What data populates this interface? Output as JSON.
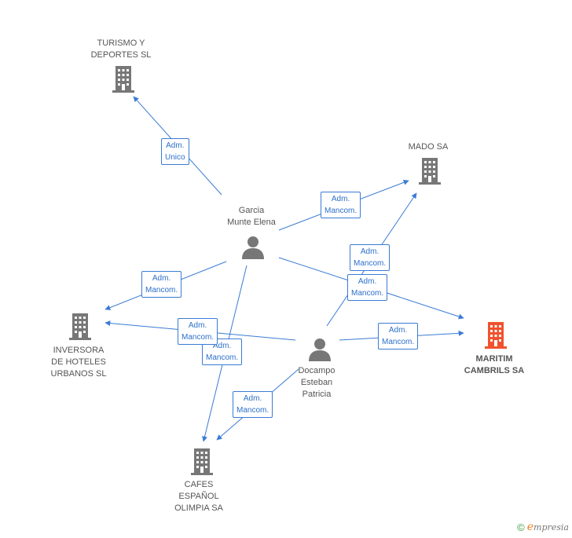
{
  "colors": {
    "edge": "#3a7bd5",
    "company": "#777777",
    "company_main": "#f0522e",
    "person": "#777777"
  },
  "nodes": {
    "turismo": {
      "lines": [
        "TURISMO Y",
        "DEPORTES  SL"
      ],
      "icon": "building-icon"
    },
    "mado": {
      "lines": [
        "MADO SA"
      ],
      "icon": "building-icon"
    },
    "garcia": {
      "lines": [
        "Garcia",
        "Munte Elena"
      ],
      "icon": "person-icon"
    },
    "inversora": {
      "lines": [
        "INVERSORA",
        "DE HOTELES",
        "URBANOS SL"
      ],
      "icon": "building-icon"
    },
    "maritim": {
      "lines": [
        "MARITIM",
        "CAMBRILS SA"
      ],
      "icon": "building-icon"
    },
    "docampo": {
      "lines": [
        "Docampo",
        "Esteban",
        "Patricia"
      ],
      "icon": "person-icon"
    },
    "cafes": {
      "lines": [
        "CAFES",
        "ESPAÑOL",
        "OLIMPIA SA"
      ],
      "icon": "building-icon"
    }
  },
  "edges": [
    {
      "id": "e1",
      "lines": [
        "Adm.",
        "Unico"
      ]
    },
    {
      "id": "e2",
      "lines": [
        "Adm.",
        "Mancom."
      ]
    },
    {
      "id": "e3",
      "lines": [
        "Adm.",
        "Mancom."
      ]
    },
    {
      "id": "e4",
      "lines": [
        "Adm.",
        "Mancom."
      ]
    },
    {
      "id": "e5",
      "lines": [
        "Adm.",
        "Mancom."
      ]
    },
    {
      "id": "e6",
      "lines": [
        "Adm.",
        "Mancom."
      ]
    },
    {
      "id": "e7",
      "lines": [
        "Adm.",
        "Mancom."
      ]
    },
    {
      "id": "e8",
      "lines": [
        "Adm.",
        "Mancom."
      ]
    },
    {
      "id": "e9",
      "lines": [
        "Adm.",
        "Mancom."
      ]
    }
  ],
  "footer": {
    "copyright": "©",
    "brand_initial": "e",
    "brand_rest": "mpresia"
  }
}
